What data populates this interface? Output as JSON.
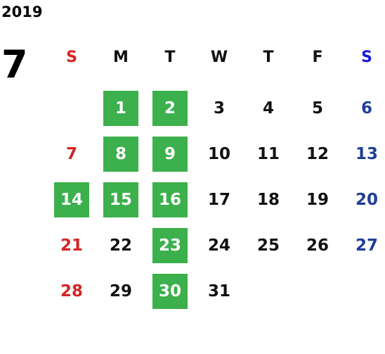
{
  "calendar": {
    "year": "2019",
    "month": "7",
    "weekdays": [
      "S",
      "M",
      "T",
      "W",
      "T",
      "F",
      "S"
    ],
    "highlight_color": "#3cb04c",
    "sunday_color": "#d42525",
    "saturday_color": "#1e3f96",
    "weeks": [
      [
        {
          "d": ""
        },
        {
          "d": "1",
          "m": true
        },
        {
          "d": "2",
          "m": true
        },
        {
          "d": "3"
        },
        {
          "d": "4"
        },
        {
          "d": "5"
        },
        {
          "d": "6"
        }
      ],
      [
        {
          "d": "7"
        },
        {
          "d": "8",
          "m": true
        },
        {
          "d": "9",
          "m": true
        },
        {
          "d": "10"
        },
        {
          "d": "11"
        },
        {
          "d": "12"
        },
        {
          "d": "13"
        }
      ],
      [
        {
          "d": "14",
          "m": true
        },
        {
          "d": "15",
          "m": true
        },
        {
          "d": "16",
          "m": true
        },
        {
          "d": "17"
        },
        {
          "d": "18"
        },
        {
          "d": "19"
        },
        {
          "d": "20"
        }
      ],
      [
        {
          "d": "21"
        },
        {
          "d": "22"
        },
        {
          "d": "23",
          "m": true
        },
        {
          "d": "24"
        },
        {
          "d": "25"
        },
        {
          "d": "26"
        },
        {
          "d": "27"
        }
      ],
      [
        {
          "d": "28"
        },
        {
          "d": "29"
        },
        {
          "d": "30",
          "m": true
        },
        {
          "d": "31"
        },
        {
          "d": ""
        },
        {
          "d": ""
        },
        {
          "d": ""
        }
      ]
    ]
  }
}
